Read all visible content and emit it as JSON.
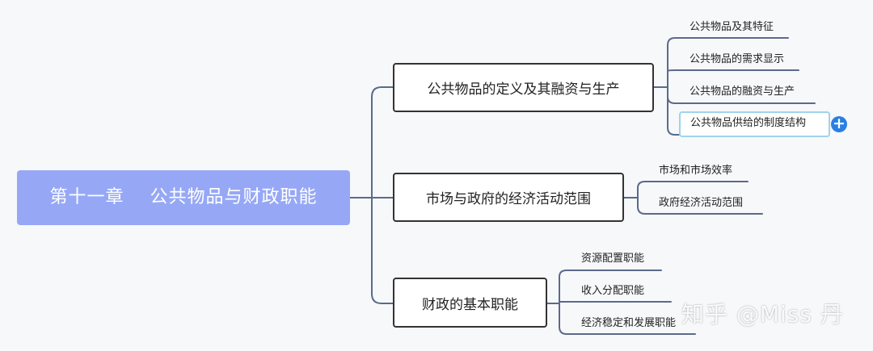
{
  "root": {
    "label": "第十一章    公共物品与财政职能"
  },
  "branches": [
    {
      "label": "公共物品的定义及其融资与生产",
      "children": [
        "公共物品及其特征",
        "公共物品的需求显示",
        "公共物品的融资与生产",
        "公共物品供给的制度结构"
      ]
    },
    {
      "label": "市场与政府的经济活动范围",
      "children": [
        "市场和市场效率",
        "政府经济活动范围"
      ]
    },
    {
      "label": "财政的基本职能",
      "children": [
        "资源配置职能",
        "收入分配职能",
        "经济稳定和发展职能"
      ]
    }
  ],
  "selected_leaf": "公共物品供给的制度结构",
  "add_button_icon": "plus-icon",
  "add_button_glyph": "+",
  "watermark": "知乎 @Miss 丹",
  "colors": {
    "root_fill": "#96a8f5",
    "connector": "#5a6a8a",
    "selection_border": "#9fd3ee",
    "add_button": "#2a7fe3"
  }
}
